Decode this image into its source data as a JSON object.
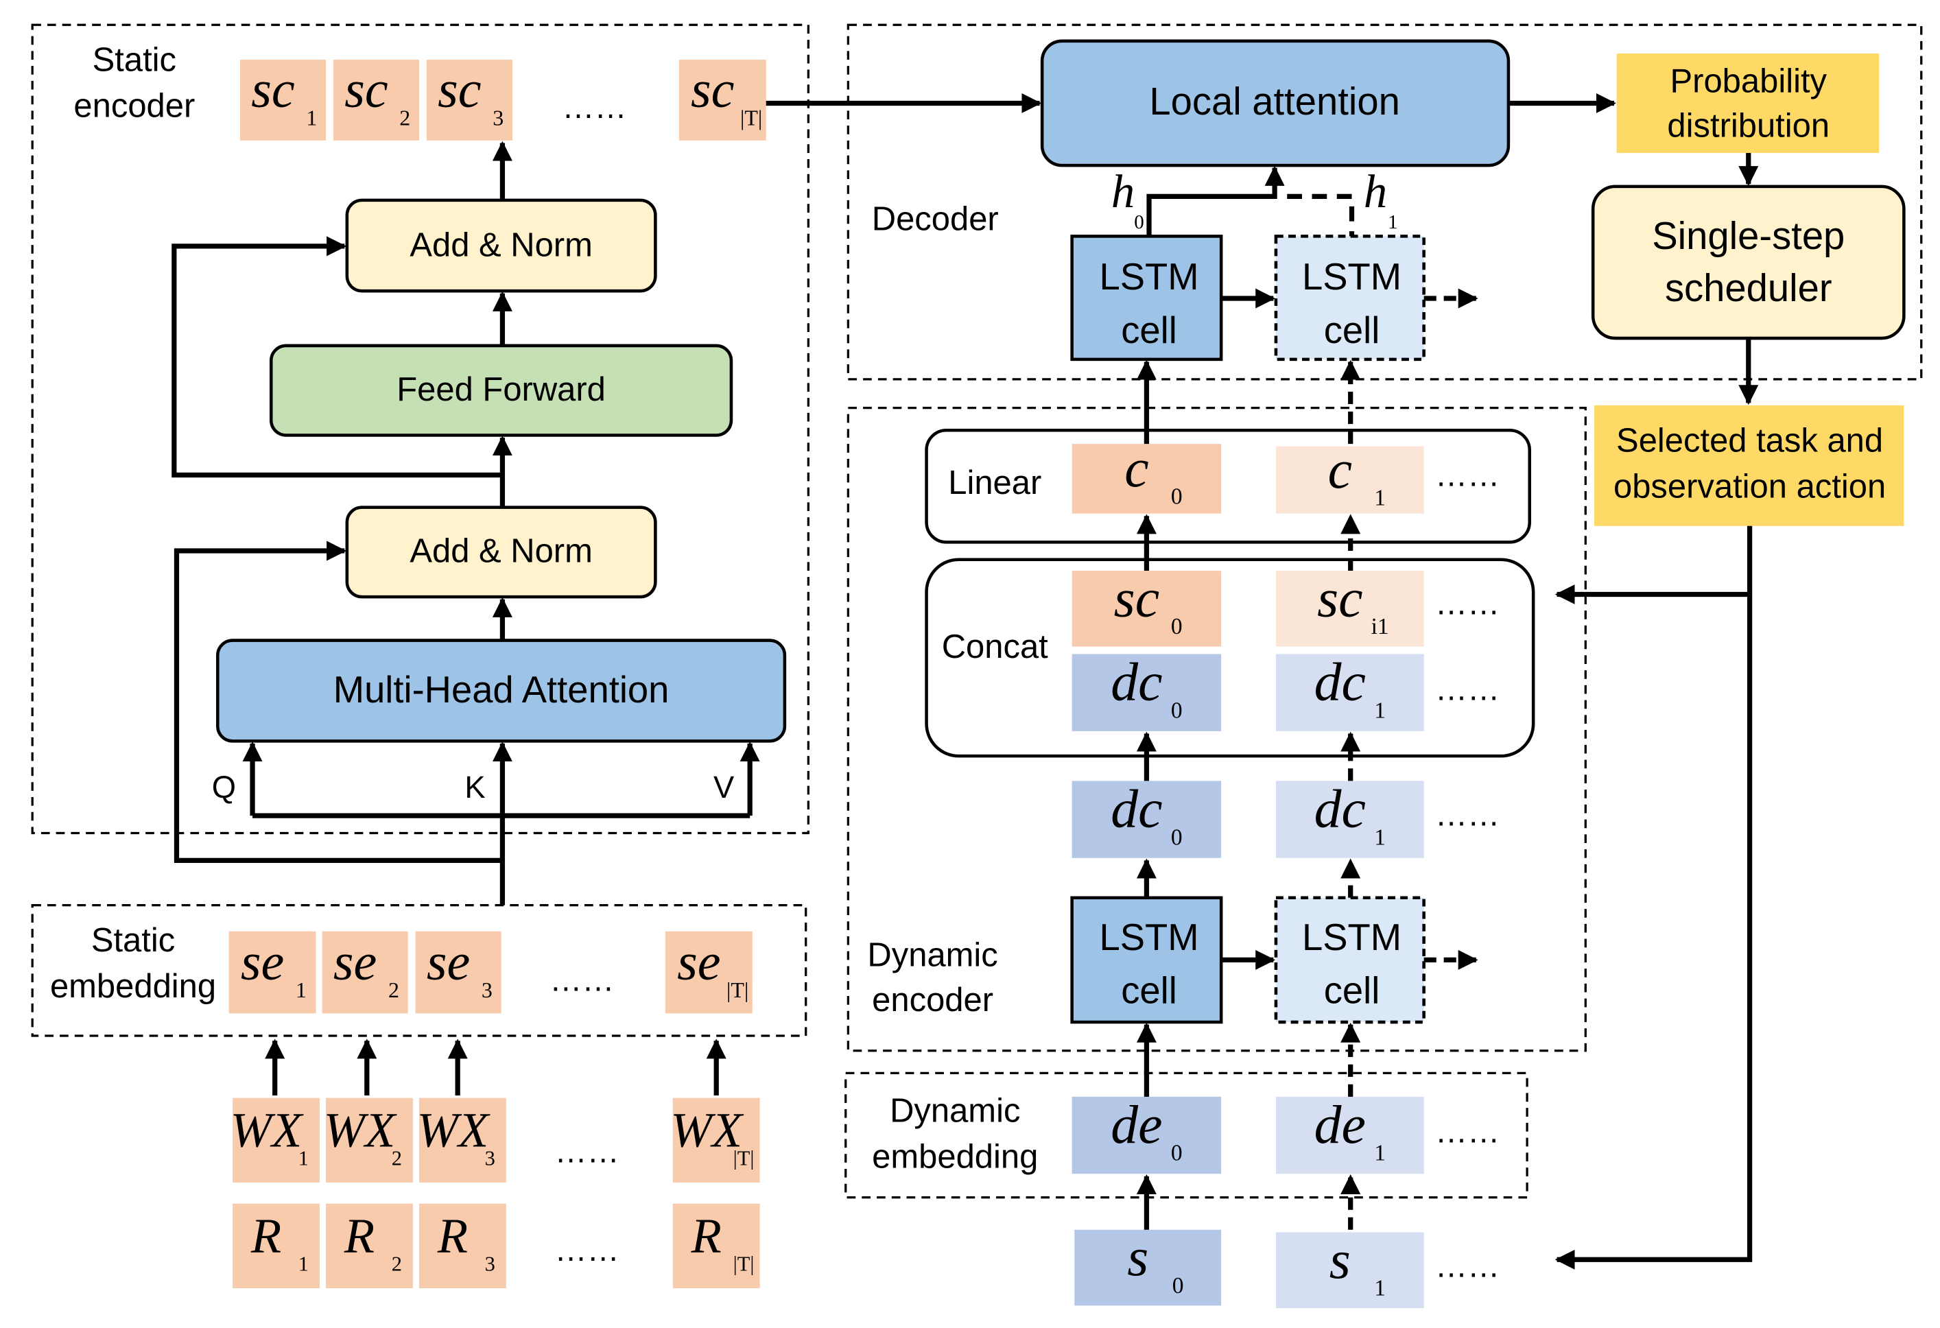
{
  "colors": {
    "orange": "#F8CBAD",
    "orange_light": "#FBE5D6",
    "blue": "#9DC3E6",
    "blue_light": "#DAE8F7",
    "dblue": "#B4C7E7",
    "dblue_light": "#D6DFF2",
    "yellow": "#FFF2CC",
    "gold": "#FFD966",
    "green": "#C5E0B4"
  },
  "static_encoder": {
    "label_1": "Static",
    "label_2": "encoder",
    "tokens": [
      {
        "m": "sc",
        "s": "1"
      },
      {
        "m": "sc",
        "s": "2"
      },
      {
        "m": "sc",
        "s": "3"
      },
      {
        "m": "sc",
        "s": "|T|"
      }
    ],
    "ellipsis": "……",
    "add_norm_top": "Add & Norm",
    "feed_forward": "Feed Forward",
    "add_norm_bottom": "Add & Norm",
    "mha": "Multi-Head Attention",
    "q": "Q",
    "k": "K",
    "v": "V"
  },
  "static_embedding": {
    "label_1": "Static",
    "label_2": "embedding",
    "tokens": [
      {
        "m": "se",
        "s": "1"
      },
      {
        "m": "se",
        "s": "2"
      },
      {
        "m": "se",
        "s": "3"
      },
      {
        "m": "se",
        "s": "|T|"
      }
    ],
    "ellipsis": "……"
  },
  "inputs": {
    "wx": [
      {
        "m": "WX",
        "s": "1"
      },
      {
        "m": "WX",
        "s": "2"
      },
      {
        "m": "WX",
        "s": "3"
      },
      {
        "m": "WX",
        "s": "|T|"
      }
    ],
    "r": [
      {
        "m": "R",
        "s": "1"
      },
      {
        "m": "R",
        "s": "2"
      },
      {
        "m": "R",
        "s": "3"
      },
      {
        "m": "R",
        "s": "|T|"
      }
    ],
    "ellipsis": "……"
  },
  "decoder": {
    "label": "Decoder",
    "local_attention": "Local attention",
    "probability_1": "Probability",
    "probability_2": "distribution",
    "scheduler_1": "Single-step",
    "scheduler_2": "scheduler",
    "selected_1": "Selected task and",
    "selected_2": "observation action",
    "lstm_1": "LSTM",
    "lstm_2": "cell",
    "h0": {
      "m": "h",
      "s": "0"
    },
    "h1": {
      "m": "h",
      "s": "1"
    }
  },
  "dynamic_encoder": {
    "label_1": "Dynamic",
    "label_2": "encoder",
    "linear": "Linear",
    "concat": "Concat",
    "c": [
      {
        "m": "c",
        "s": "0"
      },
      {
        "m": "c",
        "s": "1"
      }
    ],
    "sc": [
      {
        "m": "sc",
        "s": "0"
      },
      {
        "m": "sc",
        "s": "i1"
      }
    ],
    "dc_concat": [
      {
        "m": "dc",
        "s": "0"
      },
      {
        "m": "dc",
        "s": "1"
      }
    ],
    "dc": [
      {
        "m": "dc",
        "s": "0"
      },
      {
        "m": "dc",
        "s": "1"
      }
    ],
    "lstm_1": "LSTM",
    "lstm_2": "cell",
    "ellipsis": "……"
  },
  "dynamic_embedding": {
    "label_1": "Dynamic",
    "label_2": "embedding",
    "de": [
      {
        "m": "de",
        "s": "0"
      },
      {
        "m": "de",
        "s": "1"
      }
    ],
    "ellipsis": "……"
  },
  "states": {
    "s": [
      {
        "m": "s",
        "s": "0"
      },
      {
        "m": "s",
        "s": "1"
      }
    ],
    "ellipsis": "……"
  }
}
